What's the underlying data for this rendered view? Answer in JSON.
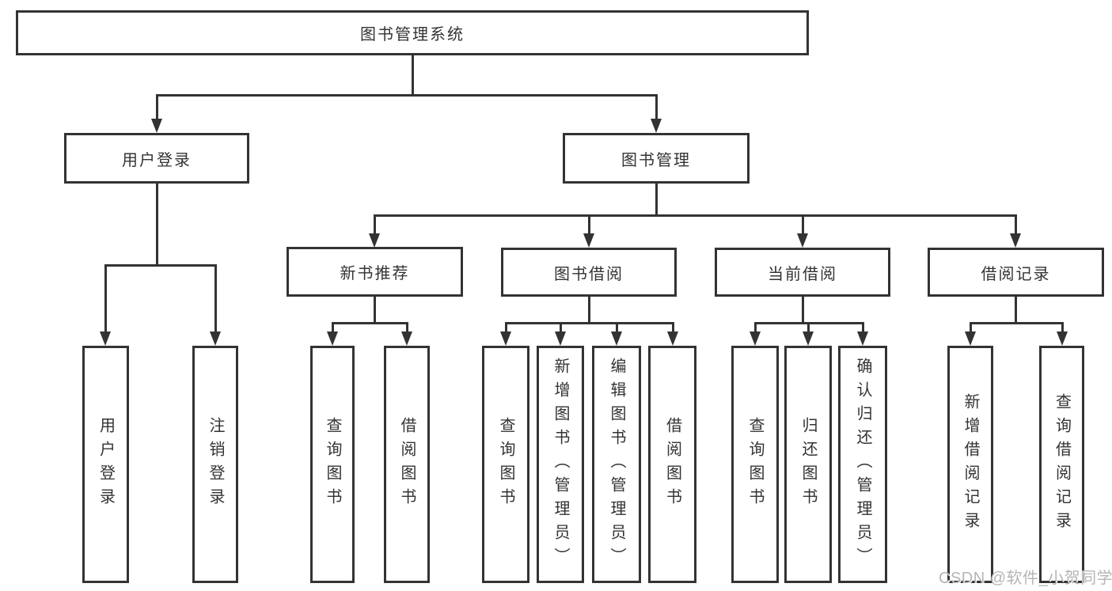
{
  "diagram": {
    "type": "hierarchy-tree",
    "colors": {
      "line": "#333333",
      "border": "#333333",
      "text": "#333333",
      "watermark": "#b5b5b5",
      "background": "#ffffff"
    },
    "nodes": {
      "root": "图书管理系统",
      "user_login": "用户登录",
      "book_management": "图书管理",
      "new_book_recommend": "新书推荐",
      "book_borrowing": "图书借阅",
      "current_borrowing": "当前借阅",
      "borrowing_records": "借阅记录"
    },
    "leaves": [
      {
        "label": "用户登录",
        "parent": "用户登录"
      },
      {
        "label": "注销登录",
        "parent": "用户登录"
      },
      {
        "label": "查询图书",
        "parent": "新书推荐"
      },
      {
        "label": "借阅图书",
        "parent": "新书推荐"
      },
      {
        "label": "查询图书",
        "parent": "图书借阅"
      },
      {
        "label": "新增图书（管理员）",
        "parent": "图书借阅"
      },
      {
        "label": "编辑图书（管理员）",
        "parent": "图书借阅"
      },
      {
        "label": "借阅图书",
        "parent": "图书借阅"
      },
      {
        "label": "查询图书",
        "parent": "当前借阅"
      },
      {
        "label": "归还图书",
        "parent": "当前借阅"
      },
      {
        "label": "确认归还（管理员）",
        "parent": "当前借阅"
      },
      {
        "label": "新增借阅记录",
        "parent": "借阅记录"
      },
      {
        "label": "查询借阅记录",
        "parent": "借阅记录"
      }
    ],
    "watermark": "CSDN @软件_小贺同学"
  }
}
